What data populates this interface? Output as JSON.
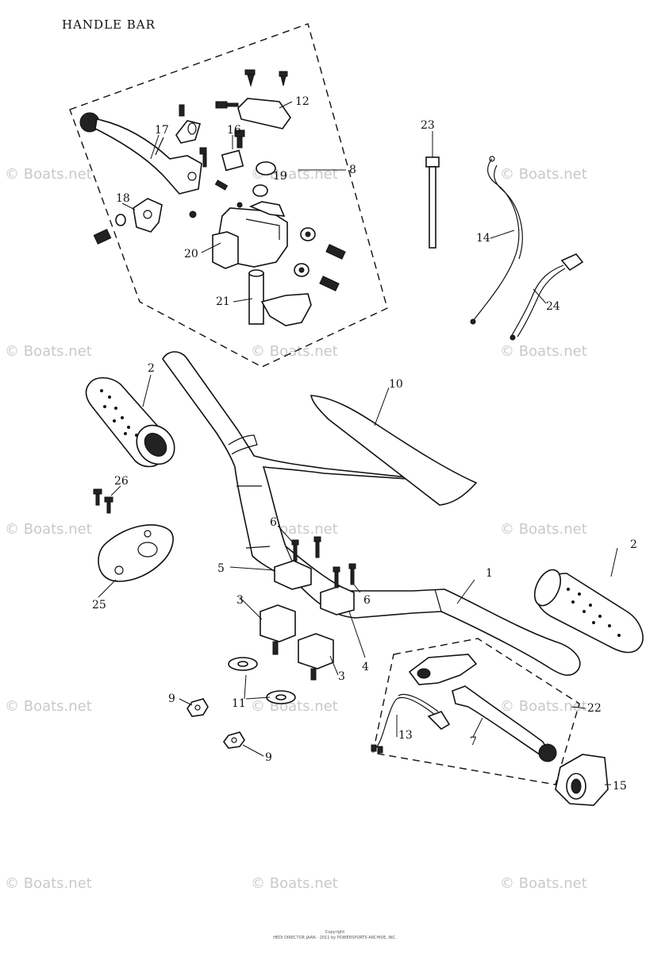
{
  "title": "HANDLE BAR",
  "watermark": "© Boats.net",
  "copyright_line1": "Copyright",
  "copyright_line2": "HEDI DIRECTOR JAAN - 2011 by POWERSPORTS ARCHIVE, INC.",
  "callouts": {
    "c1": "1",
    "c2a": "2",
    "c2b": "2",
    "c3a": "3",
    "c3b": "3",
    "c4": "4",
    "c5": "5",
    "c6a": "6",
    "c6b": "6",
    "c7": "7",
    "c8": "8",
    "c9a": "9",
    "c9b": "9",
    "c10": "10",
    "c11": "11",
    "c12": "12",
    "c13": "13",
    "c14": "14",
    "c15": "15",
    "c16": "16",
    "c17": "17",
    "c18": "18",
    "c19": "19",
    "c20": "20",
    "c21": "21",
    "c22": "22",
    "c23": "23",
    "c24": "24",
    "c25": "25",
    "c26": "26"
  }
}
